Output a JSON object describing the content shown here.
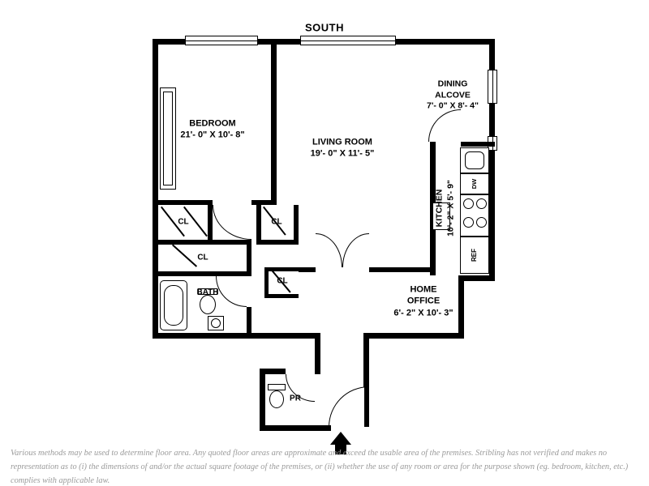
{
  "title": "SOUTH",
  "rooms": {
    "bedroom": {
      "name": "BEDROOM",
      "dims": "21'- 0\" X 10'- 8\""
    },
    "living_room": {
      "name": "LIVING ROOM",
      "dims": "19'- 0\" X 11'- 5\""
    },
    "dining_alcove": {
      "line1": "DINING",
      "line2": "ALCOVE",
      "dims": "7'- 0\" X 8'- 4\""
    },
    "kitchen": {
      "name": "KITCHEN",
      "dims": "10'- 2\" X 5'- 9\""
    },
    "home_office": {
      "line1": "HOME",
      "line2": "OFFICE",
      "dims": "6'- 2\" X 10'- 3\""
    },
    "bath": {
      "name": "BATH"
    },
    "powder_room": {
      "name": "PR"
    },
    "closet": {
      "name": "CL"
    }
  },
  "appliances": {
    "dishwasher": "DW",
    "refrigerator": "REF"
  },
  "disclaimer": "Various methods may be used to determine floor area. Any quoted floor areas are approximate and exceed the usable area of the premises. Stribling has not verified and makes no representation as to (i) the dimensions of and/or the actual square footage of the premises, or (ii) whether the use of any room or area for the purpose shown (eg. bedroom, kitchen, etc.) complies with applicable law."
}
